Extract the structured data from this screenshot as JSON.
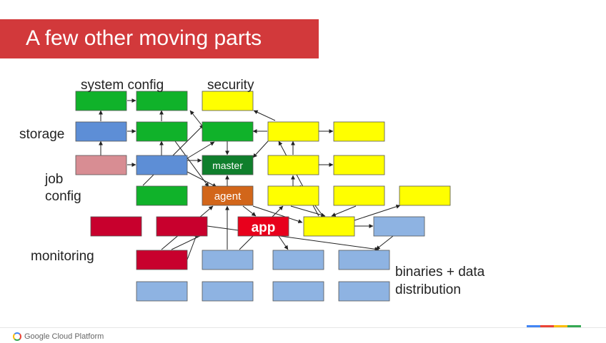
{
  "slide": {
    "title": "A few other moving parts",
    "footer_brand": "Google Cloud Platform"
  },
  "labels": {
    "system_config": "system config",
    "security": "security",
    "storage": "storage",
    "job": "job",
    "config": "config",
    "monitoring": "monitoring",
    "binaries_data": "binaries + data",
    "distribution": "distribution"
  },
  "box_labels": {
    "master": "master",
    "agent": "agent",
    "app": "app"
  },
  "colors": {
    "title_banner": "#d2393b",
    "green": "#10b22a",
    "blue": "#5d8ed6",
    "pink": "#d88d93",
    "dark_green": "#0f7f2c",
    "orange": "#d2661a",
    "red": "#c8002d",
    "yellow": "#ffff00",
    "light_blue": "#8eb3e2",
    "accent_strip": [
      "#4285f4",
      "#ea4335",
      "#fbbc05",
      "#34a853"
    ]
  }
}
